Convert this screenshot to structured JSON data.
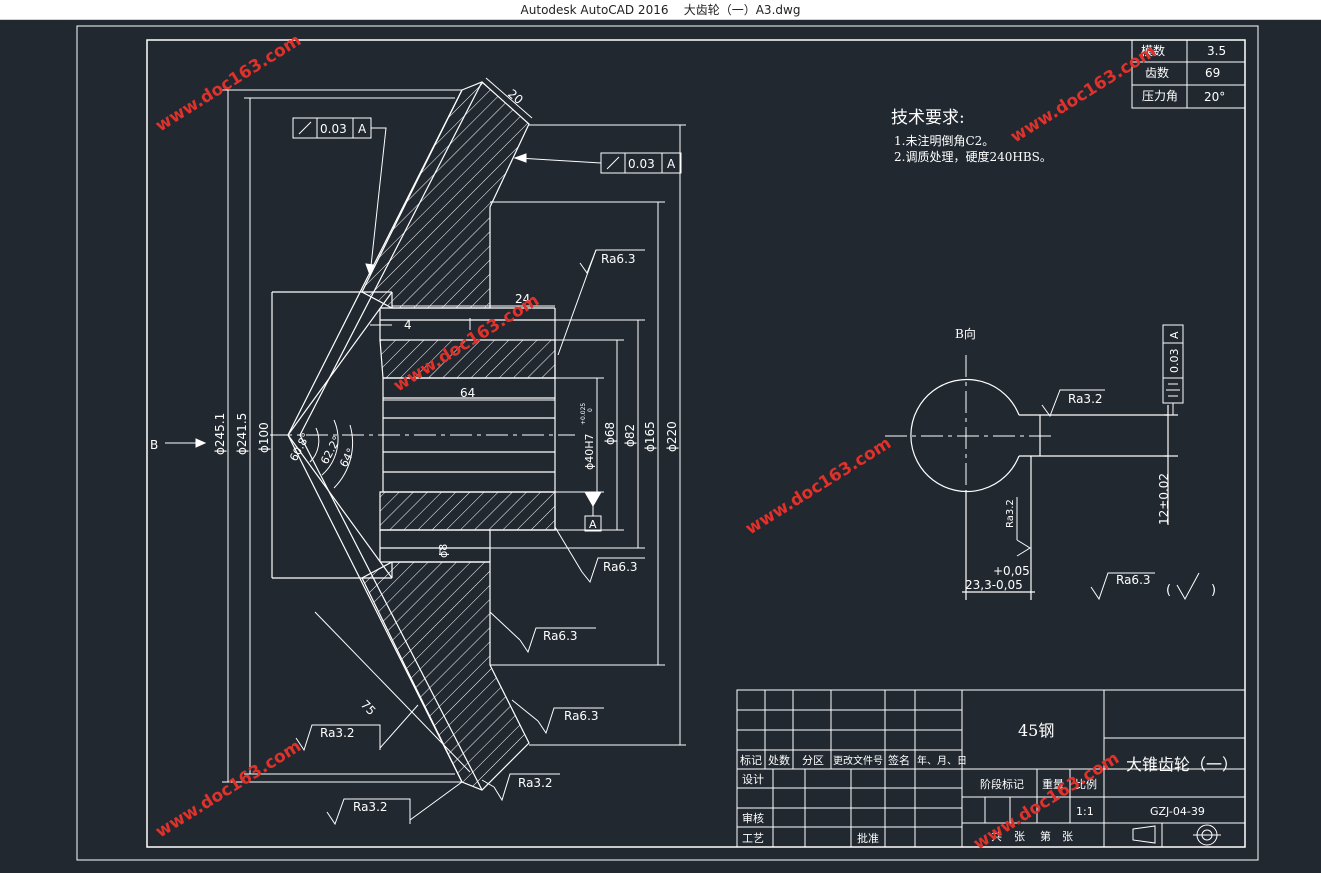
{
  "window": {
    "title": "Autodesk AutoCAD 2016    大齿轮（一）A3.dwg"
  },
  "colors": {
    "background": "#212830",
    "lines": "#ffffff",
    "watermark": "#e0312a",
    "titlebar": "#ffffff"
  },
  "watermark": "www.doc163.com",
  "gear_params": [
    {
      "label": "模数",
      "value": "3.5"
    },
    {
      "label": "齿数",
      "value": "69"
    },
    {
      "label": "压力角",
      "value": "20°"
    }
  ],
  "tech_req": {
    "heading": "技术要求:",
    "items": [
      "1.未注明倒角C2。",
      "2.调质处理，硬度240HBS。"
    ]
  },
  "tolerances": {
    "left": "0.03",
    "right": "0.03",
    "datum": "A",
    "sym": "0.03"
  },
  "dims": {
    "d245": "ϕ245.1",
    "d241": "ϕ241.5",
    "d100": "ϕ100",
    "d40": "ϕ40H7",
    "d40_tol_top": "+0.025",
    "d40_tol_bot": "0",
    "d68": "ϕ68",
    "d82": "ϕ82",
    "d165": "ϕ165",
    "d220": "ϕ220",
    "len20": "20",
    "len24": "24",
    "len4": "4",
    "len64": "64",
    "len75": "75",
    "d8": "ϕ8",
    "ang60": "60.8°",
    "ang62": "62.2°",
    "ang64": "64°",
    "b_arrow": "B",
    "b_view": "B向",
    "key_w": "12±0.02",
    "key_h_top": "+0,05",
    "key_h": "23,3-0,05"
  },
  "roughness": {
    "r63a": "Ra6.3",
    "r63b": "Ra6.3",
    "r63c": "Ra6.3",
    "r63d": "Ra6.3",
    "r32a": "Ra3.2",
    "r32b": "Ra3.2",
    "r32c": "Ra3.2",
    "r32key": "Ra3.2",
    "r32v": "Ra3.2",
    "general": "Ra6.3",
    "paren_open": "(",
    "paren_close": ")"
  },
  "datum_label": "A",
  "title_block": {
    "material": "45钢",
    "part_name": "大锥齿轮（一）",
    "drawing_no": "GZJ-04-39",
    "scale": "1:1",
    "headers": [
      "标记",
      "处数",
      "分区",
      "更改文件号",
      "签名",
      "年、月、日"
    ],
    "design": "设计",
    "review": "审核",
    "process": "工艺",
    "approve": "批准",
    "stage_mark": "阶段标记",
    "weight": "重量",
    "scale_label": "比例",
    "sheets_total": "共",
    "sheet": "张",
    "sheet_no": "第",
    "sheet2": "张"
  }
}
